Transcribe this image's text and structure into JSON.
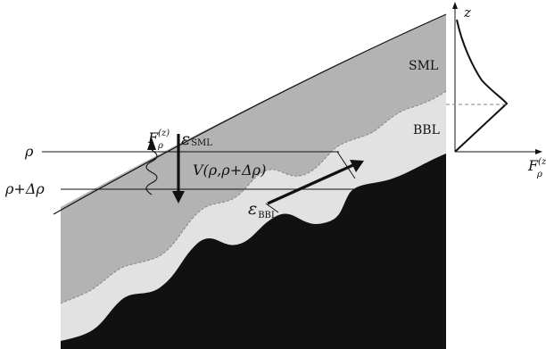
{
  "labels": {
    "sml": "SML",
    "bbl": "BBL",
    "axis_z": "z",
    "axis_f_main": "F",
    "axis_f_sub": "ρ",
    "axis_f_sup": "(z",
    "rho": "ρ",
    "rho_plus_delta": "ρ+Δρ",
    "flux_main": "F",
    "flux_sub": "ρ",
    "flux_sup": "(z)",
    "eps_sml_main": "ε",
    "eps_sml_sub": "SML",
    "eps_bbl_main": "ε",
    "eps_bbl_sub": "BBL",
    "volume": "V(ρ,ρ+Δρ)"
  },
  "colors": {
    "sml_fill": "#b3b3b3",
    "bbl_fill": "#e2e2e2",
    "seafloor_fill": "#111111",
    "line": "#111111",
    "dashed": "#8a8a8a",
    "background": "#ffffff"
  }
}
